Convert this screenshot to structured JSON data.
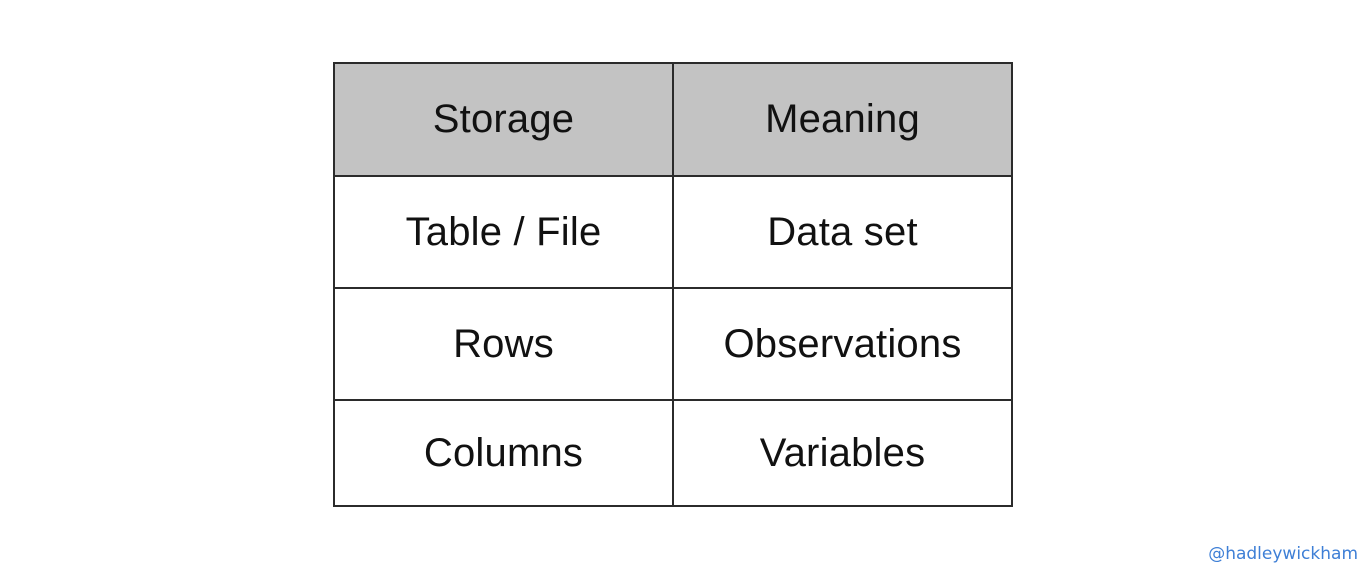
{
  "table": {
    "headers": [
      "Storage",
      "Meaning"
    ],
    "rows": [
      [
        "Table / File",
        "Data set"
      ],
      [
        "Rows",
        "Observations"
      ],
      [
        "Columns",
        "Variables"
      ]
    ],
    "header_background": "#c3c3c3",
    "border_color": "#2b2b2b"
  },
  "watermark": {
    "text": "@hadleywickham",
    "color": "#3e7fd6"
  }
}
